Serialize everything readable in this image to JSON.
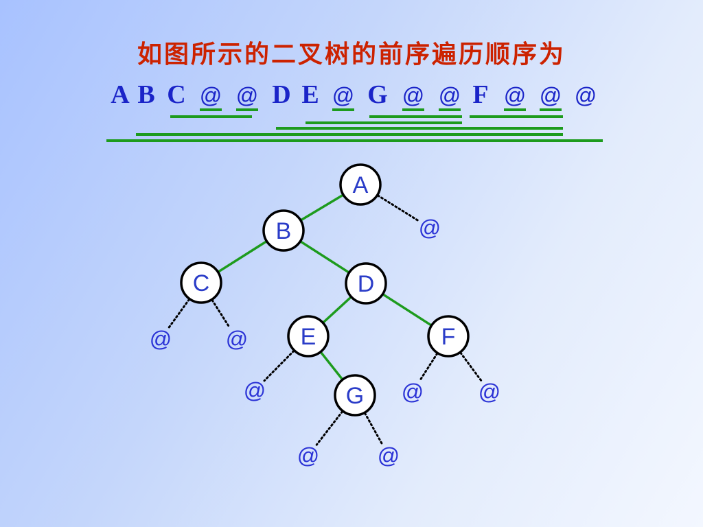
{
  "title": "如图所示的二叉树的前序遍历顺序为",
  "sequence": [
    "A",
    "B",
    "C",
    "@",
    "@",
    "D",
    "E",
    "@",
    "G",
    "@",
    "@",
    "F",
    "@",
    "@",
    "@"
  ],
  "tree": {
    "nodes": [
      {
        "id": "A",
        "label": "A",
        "parent": null,
        "side": null
      },
      {
        "id": "B",
        "label": "B",
        "parent": "A",
        "side": "left"
      },
      {
        "id": "C",
        "label": "C",
        "parent": "B",
        "side": "left"
      },
      {
        "id": "D",
        "label": "D",
        "parent": "B",
        "side": "right"
      },
      {
        "id": "E",
        "label": "E",
        "parent": "D",
        "side": "left"
      },
      {
        "id": "F",
        "label": "F",
        "parent": "D",
        "side": "right"
      },
      {
        "id": "G",
        "label": "G",
        "parent": "E",
        "side": "right"
      }
    ],
    "null_children": [
      {
        "parent": "A",
        "side": "right",
        "label": "@"
      },
      {
        "parent": "C",
        "side": "left",
        "label": "@"
      },
      {
        "parent": "C",
        "side": "right",
        "label": "@"
      },
      {
        "parent": "E",
        "side": "left",
        "label": "@"
      },
      {
        "parent": "G",
        "side": "left",
        "label": "@"
      },
      {
        "parent": "G",
        "side": "right",
        "label": "@"
      },
      {
        "parent": "F",
        "side": "left",
        "label": "@"
      },
      {
        "parent": "F",
        "side": "right",
        "label": "@"
      }
    ]
  },
  "colors": {
    "title": "#cc2200",
    "sequence_text": "#1a24c8",
    "null_text": "#2b33d6",
    "node_text": "#2a3cc8",
    "node_fill": "#ffffff",
    "node_stroke": "#000000",
    "tree_edge": "#1d9b1d",
    "null_edge": "#000000",
    "underline": "#1d9b1d"
  }
}
